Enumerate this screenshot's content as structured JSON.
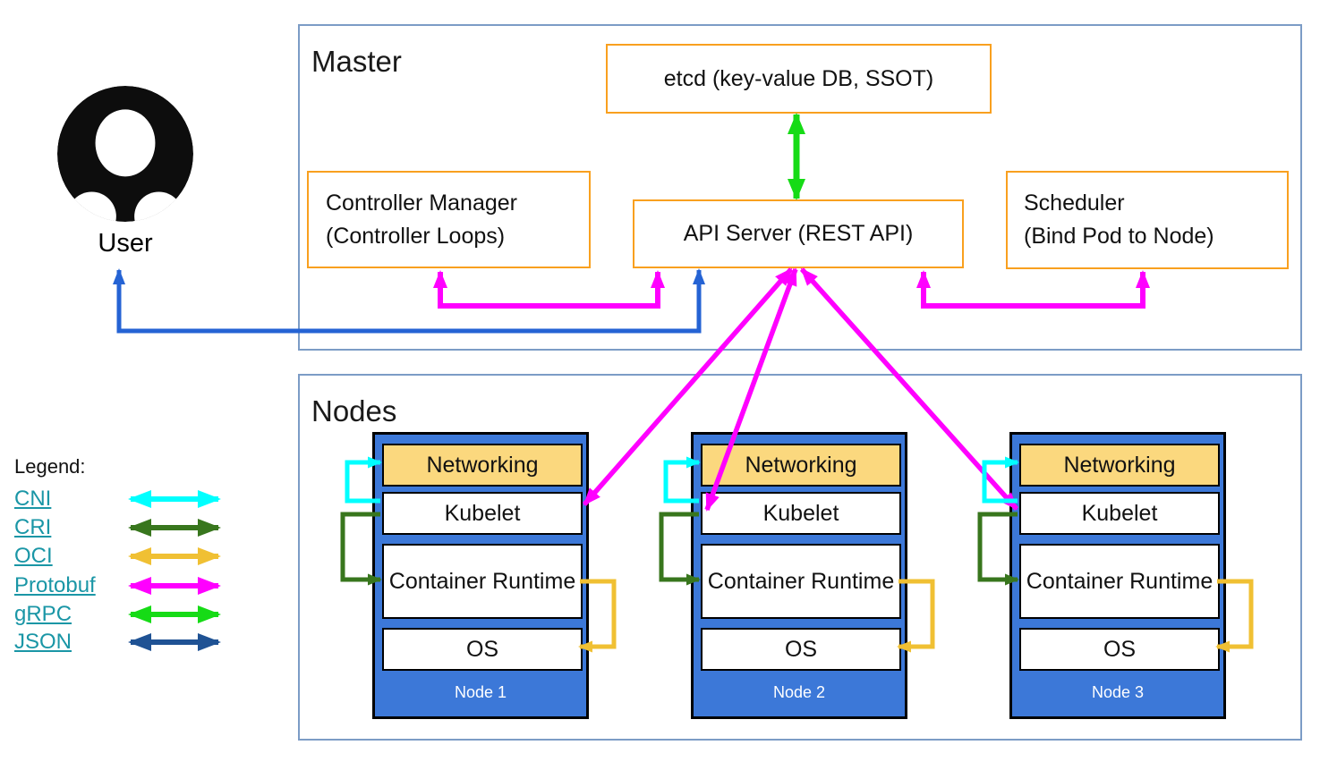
{
  "master": {
    "title": "Master",
    "etcd_label": "etcd (key-value DB, SSOT)",
    "controller_manager_line1": "Controller Manager",
    "controller_manager_line2": "(Controller Loops)",
    "api_server_label": "API Server (REST API)",
    "scheduler_line1": "Scheduler",
    "scheduler_line2": "(Bind Pod to Node)"
  },
  "user": {
    "label": "User"
  },
  "nodes_section": {
    "title": "Nodes"
  },
  "nodes": [
    {
      "name": "Node 1",
      "layers": [
        "Networking",
        "Kubelet",
        "Container Runtime",
        "OS"
      ]
    },
    {
      "name": "Node 2",
      "layers": [
        "Networking",
        "Kubelet",
        "Container Runtime",
        "OS"
      ]
    },
    {
      "name": "Node 3",
      "layers": [
        "Networking",
        "Kubelet",
        "Container Runtime",
        "OS"
      ]
    }
  ],
  "legend": {
    "title": "Legend:",
    "items": [
      {
        "label": "CNI",
        "color": "#00FFFF"
      },
      {
        "label": "CRI",
        "color": "#38761D"
      },
      {
        "label": "OCI",
        "color": "#F0C033"
      },
      {
        "label": "Protobuf",
        "color": "#FF00FF"
      },
      {
        "label": "gRPC",
        "color": "#16DB16"
      },
      {
        "label": "JSON",
        "color": "#1F5294"
      }
    ]
  },
  "colors": {
    "box_border_orange": "#F9A01F",
    "section_border_blue": "#7C9CC6",
    "node_fill": "#3C78D8",
    "networking_fill": "#FBD87E",
    "user_api_blue": "#2563D4",
    "legend_link_teal": "#1A96A6",
    "protobuf": "#FF00FF",
    "grpc": "#16DB16",
    "cni": "#00FFFF",
    "cri": "#38761D",
    "oci": "#F0C033",
    "json": "#1F5294"
  },
  "connections": [
    {
      "from": "etcd",
      "to": "API Server",
      "protocol": "gRPC",
      "color": "#16DB16",
      "bidirectional": true
    },
    {
      "from": "Controller Manager",
      "to": "API Server",
      "protocol": "Protobuf",
      "color": "#FF00FF",
      "bidirectional": true
    },
    {
      "from": "Scheduler",
      "to": "API Server",
      "protocol": "Protobuf",
      "color": "#FF00FF",
      "bidirectional": true
    },
    {
      "from": "User",
      "to": "API Server",
      "protocol": "JSON",
      "color": "#2563D4",
      "bidirectional": true
    },
    {
      "from": "API Server",
      "to": "Kubelet (Node 1)",
      "protocol": "Protobuf",
      "color": "#FF00FF",
      "bidirectional": true
    },
    {
      "from": "API Server",
      "to": "Kubelet (Node 2)",
      "protocol": "Protobuf",
      "color": "#FF00FF",
      "bidirectional": true
    },
    {
      "from": "API Server",
      "to": "Kubelet (Node 3)",
      "protocol": "Protobuf",
      "color": "#FF00FF",
      "bidirectional": true
    },
    {
      "from": "Kubelet",
      "to": "Networking",
      "protocol": "CNI",
      "color": "#00FFFF"
    },
    {
      "from": "Kubelet",
      "to": "Container Runtime",
      "protocol": "CRI",
      "color": "#38761D"
    },
    {
      "from": "Container Runtime",
      "to": "OS",
      "protocol": "OCI",
      "color": "#F0C033"
    }
  ]
}
